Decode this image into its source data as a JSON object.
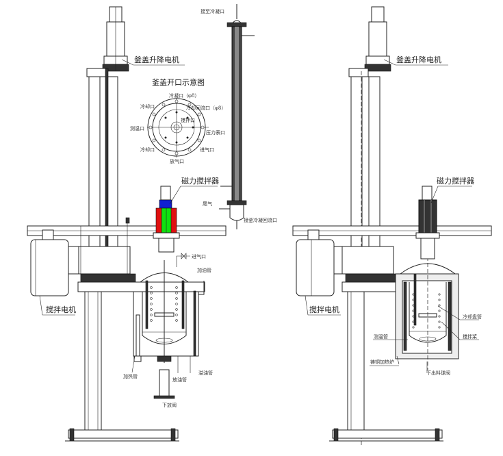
{
  "left": {
    "lid_motor": "釜盖升降电机",
    "stir_motor": "搅拌电机",
    "magnetic_stirrer": "磁力搅拌器",
    "heating_tube": "加热管",
    "drain_oil_pipe": "放油管",
    "overflow_pipe": "溢油管",
    "oil_fill_pipe": "加油管",
    "gas_inlet": "进气口",
    "bottom_valve": "下放阀"
  },
  "flange_diagram": {
    "title": "釜盖开口示意图",
    "condenser_port": "冷凝口（φ8）",
    "cooling_port_top": "冷却口",
    "cooling_return": "冷却回流口（φ8）",
    "stir_port": "搅拌口",
    "temp_port": "测温口",
    "pressure_port": "压力表口",
    "cooling_port_bottom": "冷却口",
    "gas_inlet": "进气口",
    "vent_port": "放气口"
  },
  "condenser": {
    "top": "接至冷凝口",
    "tail_gas": "尾气",
    "bottom": "接釜冷凝回流口"
  },
  "right": {
    "lid_motor": "釜盖升降电机",
    "magnetic_stirrer": "磁力搅拌器",
    "stir_motor": "搅拌电机",
    "cooling_coil": "冷却盘管",
    "stir_paddle": "搅拌桨",
    "temp_tube": "测温管",
    "heating_furnace": "铸铜加热炉",
    "bottom_valve": "下出料球阀"
  },
  "colors": {
    "red": "#e01010",
    "green": "#10e010",
    "blue": "#1020d0"
  }
}
